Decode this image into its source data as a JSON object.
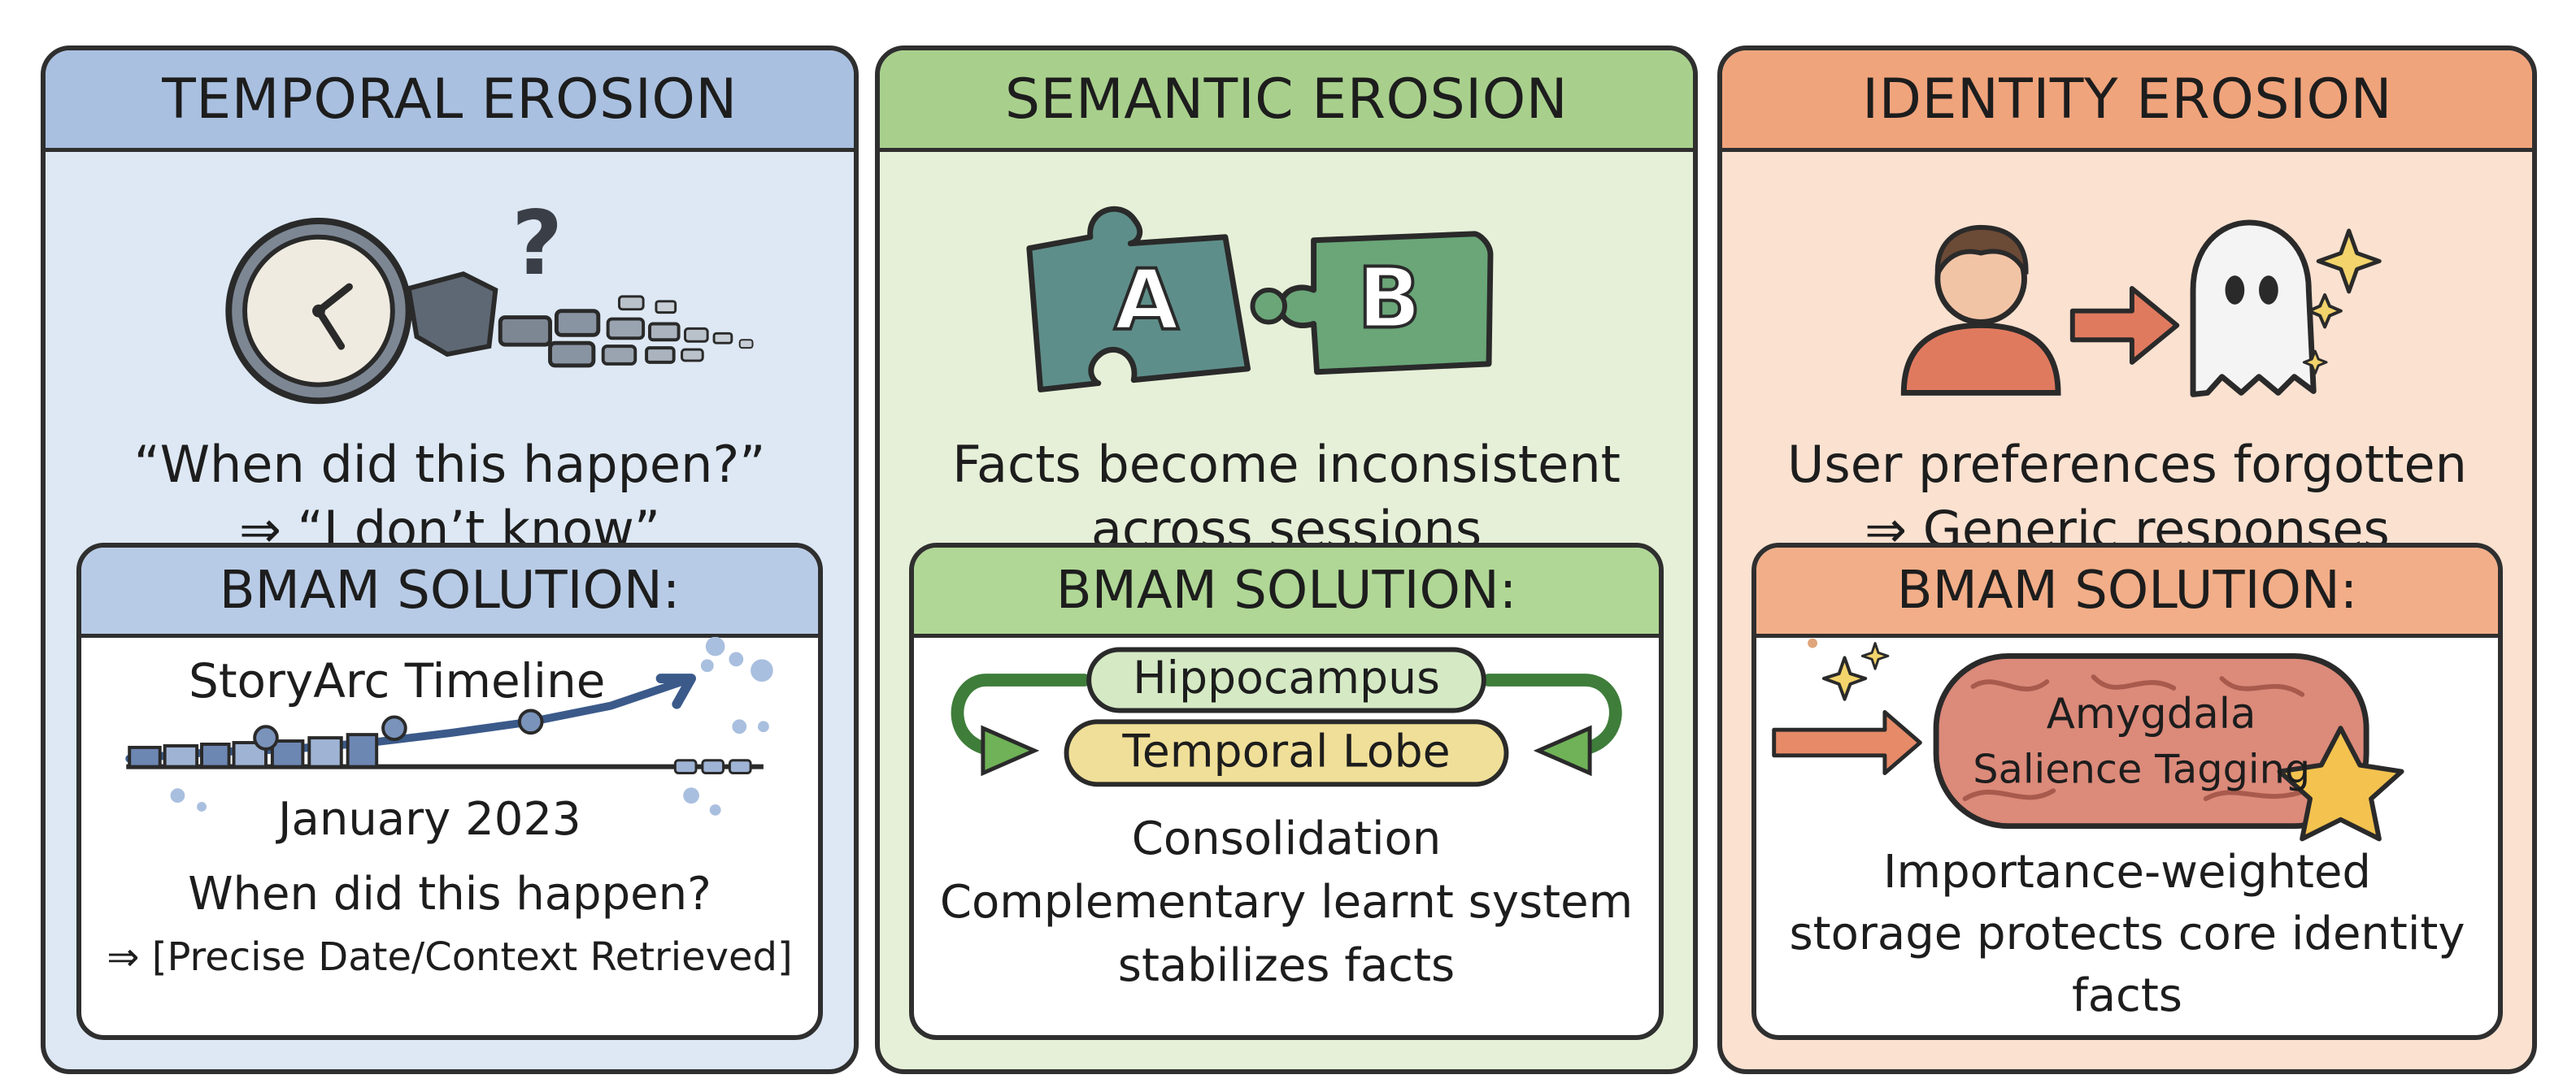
{
  "panels": [
    {
      "title": "TEMPORAL EROSION",
      "caption_line1": "“When did this happen?”",
      "caption_line2": "⇒ “I don’t know”",
      "icons": [
        "clock-icon",
        "question-mark-icon",
        "crumbling-blocks-icon"
      ],
      "solution": {
        "title": "BMAM SOLUTION:",
        "timeline_label": "StoryArc Timeline",
        "date_label": "January 2023",
        "question": "When did this happen?",
        "answer": "⇒ [Precise Date/Context Retrieved]"
      }
    },
    {
      "title": "SEMANTIC EROSION",
      "caption_line1": "Facts become inconsistent",
      "caption_line2": "across sessions",
      "puzzle_a": "A",
      "puzzle_b": "B",
      "solution": {
        "title": "BMAM SOLUTION:",
        "node_top": "Hippocampus",
        "node_bottom": "Temporal Lobe",
        "line1": "Consolidation",
        "line2": "Complementary learnt system",
        "line3": "stabilizes facts"
      }
    },
    {
      "title": "IDENTITY EROSION",
      "caption_line1": "User preferences forgotten",
      "caption_line2": "⇒ Generic responses",
      "icons": [
        "person-icon",
        "arrow-right-icon",
        "ghost-icon",
        "sparkle-icon"
      ],
      "solution": {
        "title": "BMAM SOLUTION:",
        "brain_line1": "Amygdala",
        "brain_line2": "Salience Tagging",
        "line1": "Importance-weighted",
        "line2": "storage protects core identity",
        "line3": "facts"
      }
    }
  ],
  "colors": {
    "temporal_header": "#a9c0e0",
    "temporal_bg": "#dde8f4",
    "semantic_header": "#a8d08c",
    "semantic_bg": "#e6f0d8",
    "identity_header": "#f0a47c",
    "identity_bg": "#fbe1d0",
    "outline": "#2f2f2f"
  }
}
